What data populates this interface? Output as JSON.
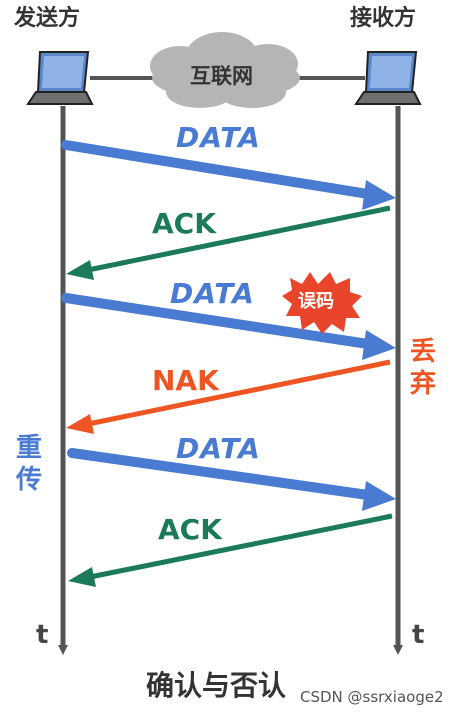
{
  "sender_label": "发送方",
  "receiver_label": "接收方",
  "network_label": "互联网",
  "messages": [
    {
      "label": "DATA",
      "kind": "data"
    },
    {
      "label": "ACK",
      "kind": "ack"
    },
    {
      "label": "DATA",
      "kind": "data"
    },
    {
      "label": "NAK",
      "kind": "nak"
    },
    {
      "label": "DATA",
      "kind": "data"
    },
    {
      "label": "ACK",
      "kind": "ack"
    }
  ],
  "error_badge": "误码",
  "discard_label": "丢弃",
  "retransmit_label": "重传",
  "time_label": "t",
  "caption": "确认与否认",
  "watermark": "CSDN @ssrxiaoge2",
  "colors": {
    "data": "#4a7bd3",
    "ack": "#1a7a5a",
    "nak": "#ee5522",
    "timeline": "#555555",
    "cloud": "#b5b5b5"
  }
}
